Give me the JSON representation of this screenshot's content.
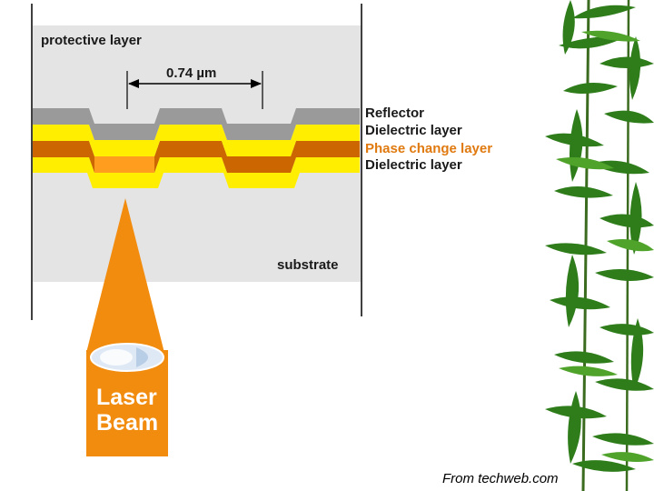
{
  "labels": {
    "protective_layer": "protective layer",
    "dimension": "0.74 µm",
    "reflector": "Reflector",
    "dielectric_top": "Dielectric layer",
    "phase_change": "Phase change layer",
    "dielectric_bottom": "Dielectric layer",
    "substrate": "substrate",
    "laser_line1": "Laser",
    "laser_line2": "Beam"
  },
  "caption": "From techweb.com",
  "colors": {
    "background_panel": "#e4e4e4",
    "reflector": "#9a9a9a",
    "dielectric": "#ffee00",
    "phase_change": "#cc6600",
    "recorded_mark": "#ff9d1f",
    "laser_beam": "#f28c0f",
    "lens": "#dfe9f5",
    "phase_change_label": "#e07a10",
    "foliage": "#2e7d1a"
  }
}
